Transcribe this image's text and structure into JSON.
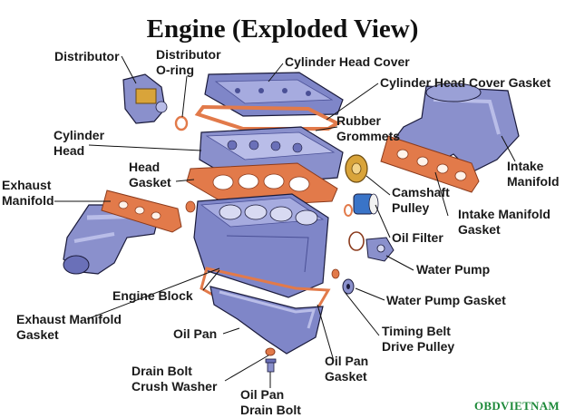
{
  "title": "Engine (Exploded View)",
  "labels": {
    "distributor": "Distributor",
    "distributor_oring": [
      "Distributor",
      "O-ring"
    ],
    "cylinder_head_cover": "Cylinder Head Cover",
    "cylinder_head_cover_gasket": "Cylinder Head Cover Gasket",
    "rubber_grommets": [
      "Rubber",
      "Grommets"
    ],
    "cylinder_head": [
      "Cylinder",
      "Head"
    ],
    "head_gasket": [
      "Head",
      "Gasket"
    ],
    "intake_manifold": [
      "Intake",
      "Manifold"
    ],
    "exhaust_manifold": [
      "Exhaust",
      "Manifold"
    ],
    "camshaft_pulley": [
      "Camshaft",
      "Pulley"
    ],
    "intake_manifold_gasket": [
      "Intake Manifold",
      "Gasket"
    ],
    "oil_filter": "Oil Filter",
    "water_pump": "Water Pump",
    "engine_block": "Engine Block",
    "water_pump_gasket": "Water Pump Gasket",
    "exhaust_manifold_gasket": [
      "Exhaust Manifold",
      "Gasket"
    ],
    "timing_belt_drive_pulley": [
      "Timing Belt",
      "Drive Pulley"
    ],
    "oil_pan": "Oil Pan",
    "oil_pan_gasket": [
      "Oil Pan",
      "Gasket"
    ],
    "drain_bolt_crush_washer": [
      "Drain Bolt",
      "Crush Washer"
    ],
    "oil_pan_drain_bolt": [
      "Oil Pan",
      "Drain Bolt"
    ]
  },
  "watermark": "OBDVIETNAM",
  "colors": {
    "metal": "#7f86c8",
    "metal_light": "#b9bde8",
    "metal_dark": "#4a5096",
    "gasket": "#e27a4a",
    "gasket_stroke": "#8a3a1c",
    "outline": "#1a1a3a",
    "leader": "#111111",
    "gold": "#d9a43a"
  }
}
